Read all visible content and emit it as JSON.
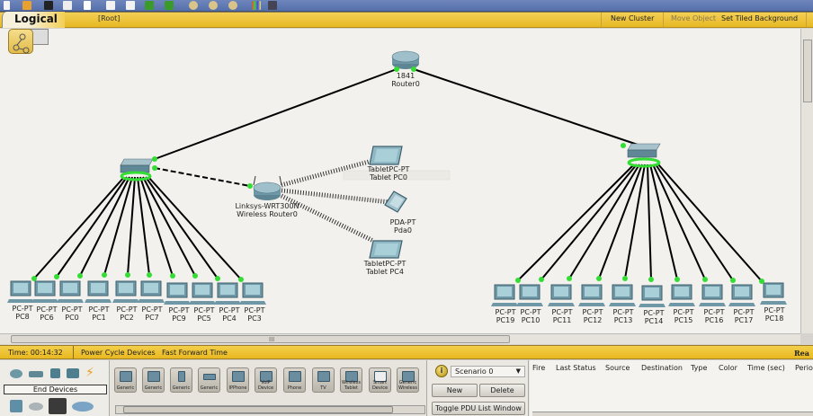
{
  "toolbar": {
    "icons": [
      "new-file",
      "open-folder",
      "save",
      "print",
      "activity-wizard",
      "copy",
      "paste",
      "undo",
      "redo",
      "zoom-in",
      "zoom-reset",
      "zoom-out",
      "palette",
      "custom-device"
    ]
  },
  "logical_bar": {
    "tab_label": "Logical",
    "breadcrumb": "[Root]",
    "new_cluster": "New Cluster",
    "move_object": "Move Object",
    "set_tiled_background": "Set Tiled Background"
  },
  "topology": {
    "router": {
      "model": "1841",
      "name": "Router0"
    },
    "wireless_router": {
      "model": "Linksys-WRT300N",
      "name": "Wireless Router0"
    },
    "wireless_devices": [
      {
        "model": "TabletPC-PT",
        "name": "Tablet PC0"
      },
      {
        "model": "PDA-PT",
        "name": "Pda0"
      },
      {
        "model": "TabletPC-PT",
        "name": "Tablet PC4"
      }
    ],
    "left_pcs": [
      {
        "model": "PC-PT",
        "name": "PC8"
      },
      {
        "model": "PC-PT",
        "name": "PC6"
      },
      {
        "model": "PC-PT",
        "name": "PC0"
      },
      {
        "model": "PC-PT",
        "name": "PC1"
      },
      {
        "model": "PC-PT",
        "name": "PC2"
      },
      {
        "model": "PC-PT",
        "name": "PC7"
      },
      {
        "model": "PC-PT",
        "name": "PC9"
      },
      {
        "model": "PC-PT",
        "name": "PC5"
      },
      {
        "model": "PC-PT",
        "name": "PC4"
      },
      {
        "model": "PC-PT",
        "name": "PC3"
      }
    ],
    "right_pcs": [
      {
        "model": "PC-PT",
        "name": "PC19"
      },
      {
        "model": "PC-PT",
        "name": "PC10"
      },
      {
        "model": "PC-PT",
        "name": "PC11"
      },
      {
        "model": "PC-PT",
        "name": "PC12"
      },
      {
        "model": "PC-PT",
        "name": "PC13"
      },
      {
        "model": "PC-PT",
        "name": "PC14"
      },
      {
        "model": "PC-PT",
        "name": "PC15"
      },
      {
        "model": "PC-PT",
        "name": "PC16"
      },
      {
        "model": "PC-PT",
        "name": "PC17"
      },
      {
        "model": "PC-PT",
        "name": "PC18"
      }
    ]
  },
  "status_bar": {
    "time": "Time: 00:14:32",
    "power_cycle": "Power Cycle Devices",
    "fast_forward": "Fast Forward Time",
    "mode": "Rea"
  },
  "device_categories": {
    "selected_label": "End Devices",
    "top_row": [
      "routers",
      "switches",
      "hubs",
      "wireless-devices",
      "connections"
    ],
    "bottom_row": [
      "end-devices",
      "wan-emulation",
      "custom-made-devices",
      "multiuser-connection"
    ]
  },
  "device_list": [
    {
      "label": "Generic"
    },
    {
      "label": "Generic"
    },
    {
      "label": "Generic"
    },
    {
      "label": "Generic"
    },
    {
      "label": "IPPhone"
    },
    {
      "label": "VoIP Device"
    },
    {
      "label": "Phone"
    },
    {
      "label": "TV"
    },
    {
      "label": "Wireless Tablet"
    },
    {
      "label": "Smart Device"
    },
    {
      "label": "Generic Wireless"
    }
  ],
  "scenario": {
    "selected": "Scenario 0",
    "new_label": "New",
    "delete_label": "Delete",
    "toggle_label": "Toggle PDU List Window"
  },
  "pdu_table": {
    "columns": [
      "Fire",
      "Last Status",
      "Source",
      "Destination",
      "Type",
      "Color",
      "Time (sec)",
      "Perio"
    ]
  },
  "colors": {
    "accent_yellow": "#e9b820",
    "toolbar_blue": "#5f78b2",
    "link_green": "#33dd33",
    "workspace": "#f2f1ed"
  }
}
